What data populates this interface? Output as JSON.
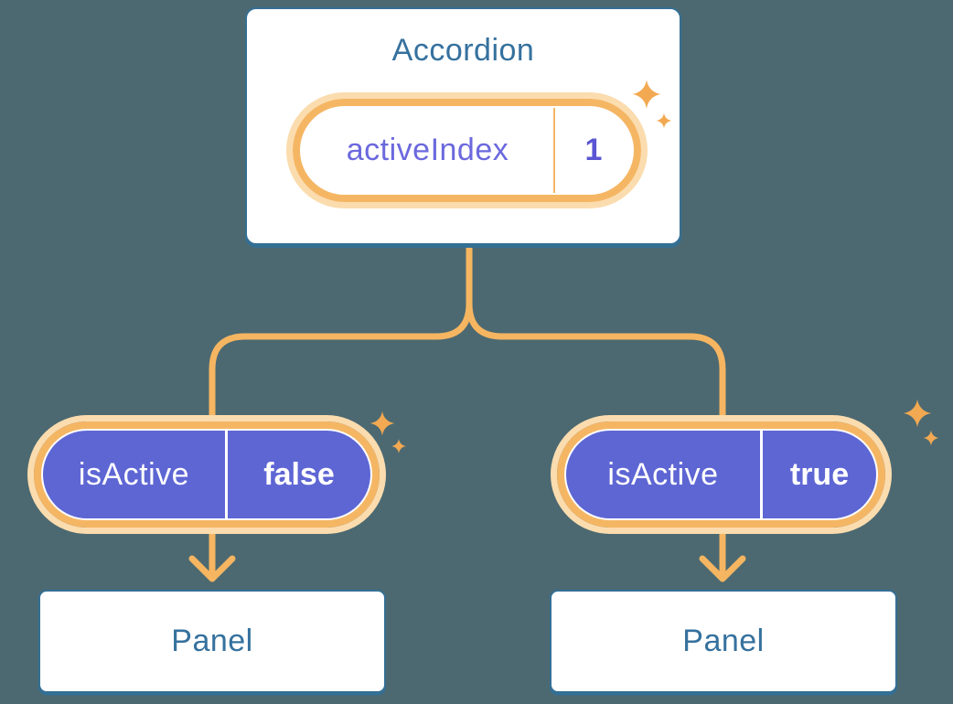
{
  "tree": {
    "root": {
      "title": "Accordion",
      "state_pill": {
        "label": "activeIndex",
        "value": "1"
      }
    },
    "children": [
      {
        "prop_pill": {
          "label": "isActive",
          "value": "false"
        },
        "panel_label": "Panel"
      },
      {
        "prop_pill": {
          "label": "isActive",
          "value": "true"
        },
        "panel_label": "Panel"
      }
    ]
  },
  "icons": {
    "sparkle": "sparkle-icon"
  },
  "colors": {
    "background": "#4c6971",
    "box_border_blue": "#346f94",
    "box_text_blue": "#35719e",
    "line_orange": "#f6b561",
    "ring_orange": "#f5b664",
    "halo_orange": "#fbdcae",
    "sparkle_orange": "#f2a952",
    "pill_purple": "#5e66d4",
    "state_label_purple": "#6b69dd",
    "state_value_purple": "#5a55d3",
    "prop_text_white": "#ffffff"
  }
}
